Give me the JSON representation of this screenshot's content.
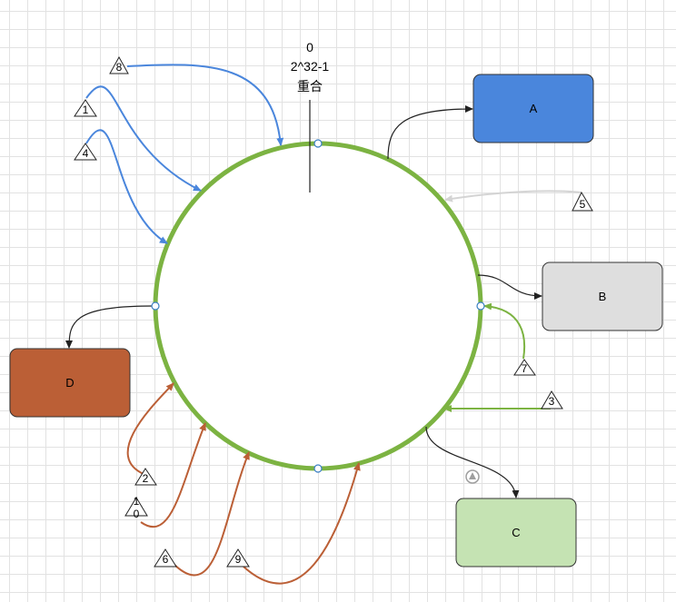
{
  "diagram": {
    "top_label": {
      "line1": "0",
      "line2": "2^32-1",
      "line3": "重合"
    },
    "nodes": {
      "a": {
        "label": "A",
        "color": "#4a86dc"
      },
      "b": {
        "label": "B",
        "color": "#dedede"
      },
      "c": {
        "label": "C",
        "color": "#c5e3b3"
      },
      "d": {
        "label": "D",
        "color": "#bb5f36"
      }
    },
    "keys": {
      "k1": "1",
      "k2": "2",
      "k3": "3",
      "k4": "4",
      "k5": "5",
      "k6": "6",
      "k7": "7",
      "k8": "8",
      "k9": "9",
      "k10": "10"
    },
    "colors": {
      "ring": "#7cb342",
      "blue": "#4a86dc",
      "brown": "#bb5f36",
      "green": "#7cb342",
      "grey": "#dcdcdc",
      "black": "#222222"
    }
  }
}
